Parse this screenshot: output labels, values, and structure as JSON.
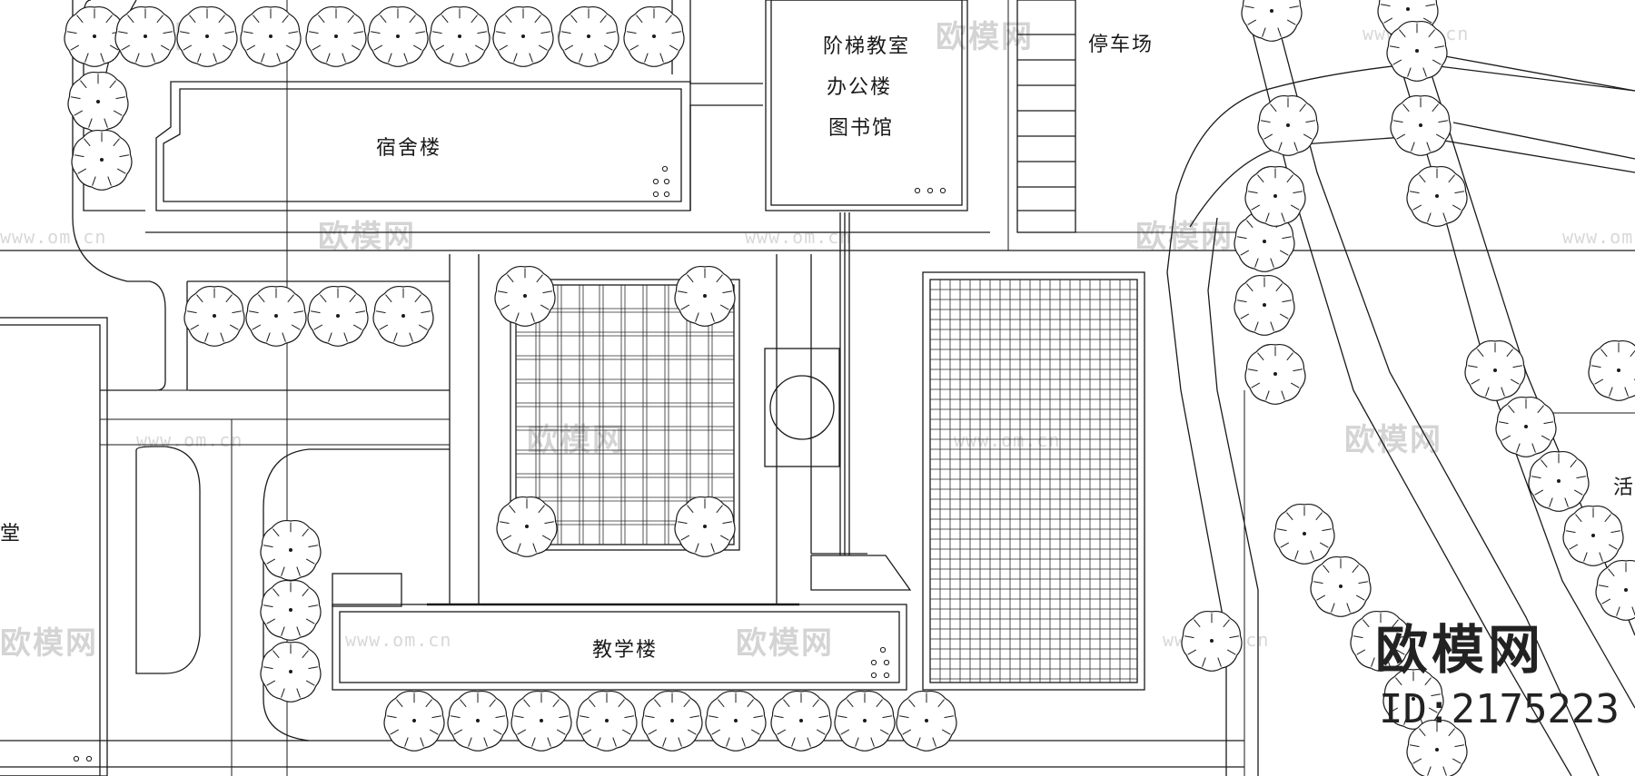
{
  "labels": {
    "dormitory": "宿舍楼",
    "lecture_hall": "阶梯教室",
    "office_building": "办公楼",
    "library": "图书馆",
    "parking": "停车场",
    "teaching_building": "教学楼",
    "hall_partial": "堂",
    "activity_partial": "活"
  },
  "watermark": {
    "brand": "欧模网",
    "id_text": "ID:2175223",
    "tile_brand": "欧模网",
    "tile_url": "www.om.cn"
  }
}
